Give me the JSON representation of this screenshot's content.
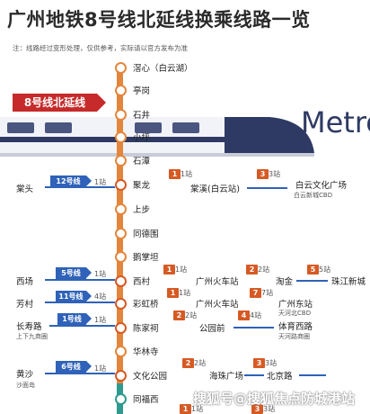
{
  "title": "广州地铁8号线北延线换乘线路一览",
  "note": "注：线路经过变形处理，仅供参考，实际请以官方发布为准",
  "line_badge": "8号线北延线",
  "metro_logo": "Metro",
  "watermark": "搜狐号@搜狐焦点防城港站",
  "stations": [
    {
      "name": "滘心（白云湖）"
    },
    {
      "name": "亭岗"
    },
    {
      "name": "石井"
    },
    {
      "name": "小坪"
    },
    {
      "name": "石潭"
    },
    {
      "name": "聚龙"
    },
    {
      "name": "上步"
    },
    {
      "name": "同德围"
    },
    {
      "name": "鹅掌坦"
    },
    {
      "name": "西村"
    },
    {
      "name": "彩虹桥"
    },
    {
      "name": "陈家祠"
    },
    {
      "name": "华林寺"
    },
    {
      "name": "文化公园"
    },
    {
      "name": "同福西"
    }
  ],
  "transfers": [
    {
      "left": "棠头",
      "left_sub": "",
      "line": "12号线",
      "count": "1站",
      "station": "聚龙",
      "hops": [
        {
          "n": "1站",
          "to": "棠溪(白云站)",
          "sub": ""
        },
        {
          "n": "3站",
          "to": "白云文化广场",
          "sub": "白云新城CBD"
        }
      ]
    },
    {
      "left": "西场",
      "left_sub": "",
      "line": "5号线",
      "count": "1站",
      "station": "西村",
      "hops": [
        {
          "n": "1站",
          "to": "广州火车站",
          "sub": ""
        },
        {
          "n": "2站",
          "to": "淘金",
          "sub": ""
        },
        {
          "n": "5站",
          "to": "珠江新城",
          "sub": ""
        }
      ]
    },
    {
      "left": "芳村",
      "left_sub": "",
      "line": "11号线",
      "count": "4站",
      "station": "彩虹桥",
      "hops": [
        {
          "n": "1站",
          "to": "广州火车站",
          "sub": ""
        },
        {
          "n": "7站",
          "to": "广州东站",
          "sub": "天河北CBD"
        }
      ]
    },
    {
      "left": "长寿路",
      "left_sub": "上下九商圈",
      "line": "1号线",
      "count": "1站",
      "station": "陈家祠",
      "hops": [
        {
          "n": "2站",
          "to": "公园前",
          "sub": ""
        },
        {
          "n": "4站",
          "to": "体育西路",
          "sub": "天河路商圈"
        }
      ]
    },
    {
      "left": "黄沙",
      "left_sub": "沙面岛",
      "line": "6号线",
      "count": "1站",
      "station": "文化公园",
      "hops": [
        {
          "n": "2站",
          "to": "海珠广场",
          "sub": ""
        },
        {
          "n": "3站",
          "to": "北京路",
          "sub": ""
        }
      ]
    }
  ],
  "bottom_hops": [
    {
      "n": "1站"
    },
    {
      "n": "3站"
    }
  ]
}
